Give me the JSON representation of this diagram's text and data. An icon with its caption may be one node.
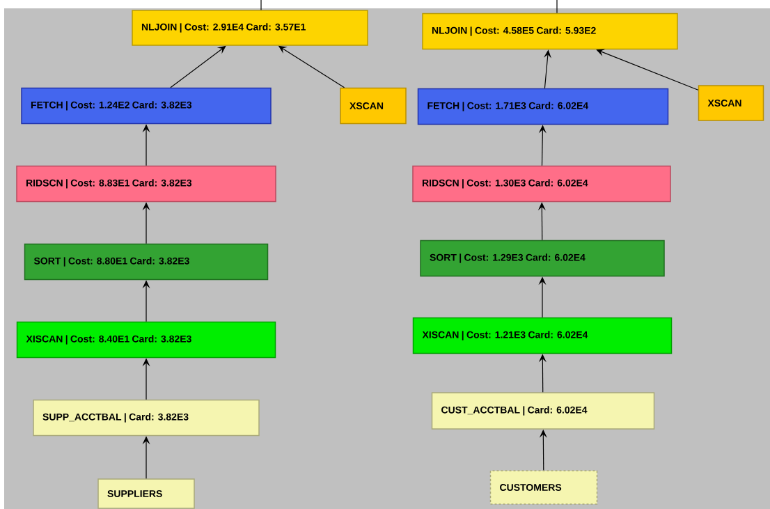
{
  "diagram": {
    "nodes": [
      {
        "text": [
          "NLJOIN | Cost: 2.91E4 Card: 3.57E1"
        ]
      },
      {
        "text": [
          "FETCH | Cost: 1.24E2 Card: 3.82E3"
        ]
      },
      {
        "text": [
          "XSCAN"
        ]
      },
      {
        "text": [
          "RIDSCN | Cost: 8.83E1 Card: 3.82E3"
        ]
      },
      {
        "text": [
          "SORT | Cost: 8.80E1 Card: 3.82E3"
        ]
      },
      {
        "text": [
          "XISCAN | Cost: 8.40E1 Card: 3.82E3"
        ]
      },
      {
        "text": [
          "SUPP_ACCTBAL | Card: 3.82E3"
        ]
      },
      {
        "text": [
          "SUPPLIERS"
        ]
      },
      {
        "text": [
          "NLJOIN | Cost: 4.58E5 Card: 5.93E2"
        ]
      },
      {
        "text": [
          "FETCH | Cost: 1.71E3 Card: 6.02E4"
        ]
      },
      {
        "text": [
          "XSCAN"
        ]
      },
      {
        "text": [
          "RIDSCN | Cost: 1.30E3 Card: 6.02E4"
        ]
      },
      {
        "text": [
          "SORT | Cost: 1.29E3 Card: 6.02E4"
        ]
      },
      {
        "text": [
          "XISCAN | Cost: 1.21E3 Card: 6.02E4"
        ]
      },
      {
        "text": [
          "CUST_ACCTBAL | Card: 6.02E4"
        ]
      },
      {
        "text": [
          "CUSTOMERS"
        ]
      }
    ],
    "edges": [
      {
        "from": 0,
        "to": null,
        "arrow": "none"
      },
      {
        "from": 1,
        "to": 0,
        "arrow": "to"
      },
      {
        "from": 2,
        "to": 0,
        "arrow": "to"
      },
      {
        "from": 3,
        "to": 1,
        "arrow": "to"
      },
      {
        "from": 4,
        "to": 3,
        "arrow": "to"
      },
      {
        "from": 5,
        "to": 4,
        "arrow": "to"
      },
      {
        "from": 6,
        "to": 5,
        "arrow": "to"
      },
      {
        "from": 7,
        "to": 6,
        "arrow": "to"
      },
      {
        "from": 8,
        "to": null,
        "arrow": "none"
      },
      {
        "from": 9,
        "to": 8,
        "arrow": "to"
      },
      {
        "from": 10,
        "to": 8,
        "arrow": "to"
      },
      {
        "from": 11,
        "to": 9,
        "arrow": "to"
      },
      {
        "from": 12,
        "to": 11,
        "arrow": "to"
      },
      {
        "from": 13,
        "to": 12,
        "arrow": "to"
      },
      {
        "from": 14,
        "to": 13,
        "arrow": "to"
      },
      {
        "from": 15,
        "to": 14,
        "arrow": "to"
      }
    ]
  }
}
